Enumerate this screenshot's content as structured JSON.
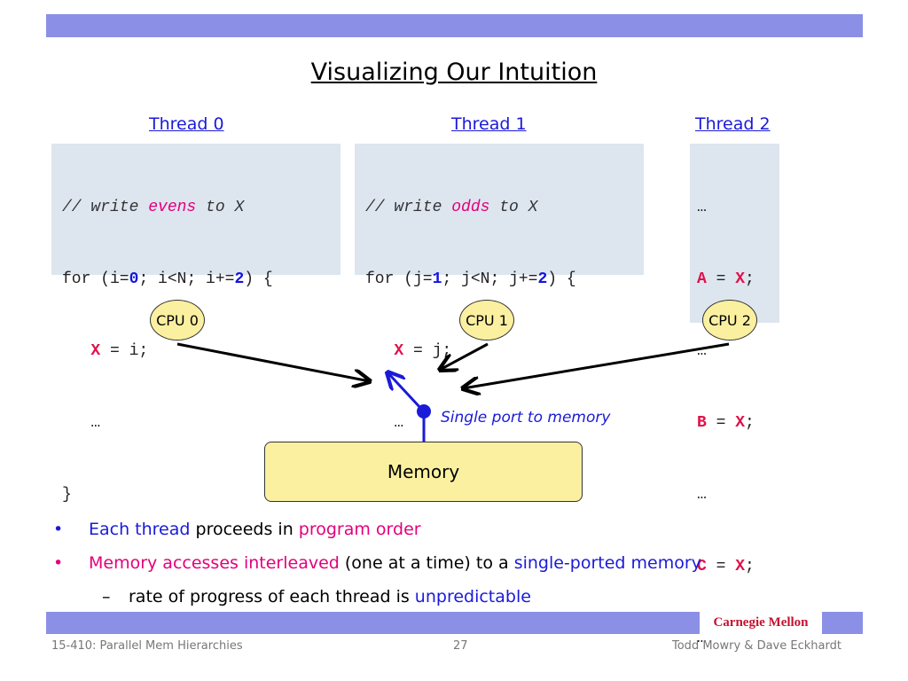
{
  "slide": {
    "title": "Visualizing Our Intuition",
    "threads": [
      {
        "label": "Thread 0"
      },
      {
        "label": "Thread 1"
      },
      {
        "label": "Thread 2"
      }
    ],
    "code0": {
      "comment_pre": "// write ",
      "comment_word": "evens",
      "comment_post": " to X",
      "loop_pre": "for (i=",
      "loop_start": "0",
      "loop_mid": "; i<N; i+=",
      "loop_step": "2",
      "loop_post": ") {",
      "body_var": "X",
      "body_rest": " = i;",
      "ellipsis": "…",
      "close": "}"
    },
    "code1": {
      "comment_pre": "// write ",
      "comment_word": "odds",
      "comment_post": " to X",
      "loop_pre": "for (j=",
      "loop_start": "1",
      "loop_mid": "; j<N; j+=",
      "loop_step": "2",
      "loop_post": ") {",
      "body_var": "X",
      "body_rest": " = j;",
      "ellipsis": "…",
      "close": "}"
    },
    "code2": {
      "ellipsis": "…",
      "eq": " = ",
      "semi": ";",
      "src": "X",
      "lines": [
        {
          "var": "A"
        },
        {
          "var": "B"
        },
        {
          "var": "C"
        }
      ]
    },
    "cpus": [
      "CPU 0",
      "CPU 1",
      "CPU 2"
    ],
    "port_label": "Single port to memory",
    "memory_label": "Memory",
    "bullets": {
      "b1": {
        "p1": "Each thread",
        "p2": " proceeds in ",
        "p3": "program order"
      },
      "b2": {
        "p1": "Memory accesses interleaved",
        "p2": " (one at a time) to a ",
        "p3": "single-ported memory"
      },
      "b3": {
        "p1": "rate of progress of each thread is ",
        "p2": "unpredictable"
      },
      "bullet_char": "•",
      "dash_char": "–"
    },
    "brand": "Carnegie Mellon",
    "footer": {
      "course": "15-410: Parallel Mem Hierarchies",
      "page": "27",
      "authors": "Todd Mowry & Dave Eckhardt"
    },
    "colors": {
      "bar": "#8b8fe6",
      "accent_blue": "#1a1ad9",
      "accent_pink": "#e3007a",
      "code_bg": "#dde6ef",
      "box_fill": "#fbf0a0"
    }
  }
}
